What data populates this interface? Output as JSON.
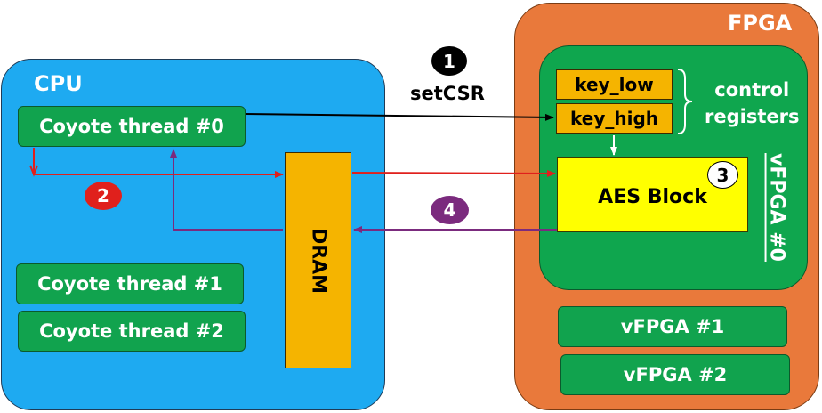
{
  "cpu": {
    "title": "CPU",
    "thread0": "Coyote thread #0",
    "thread1": "Coyote thread #1",
    "thread2": "Coyote thread #2",
    "dram": "DRAM"
  },
  "fpga": {
    "title": "FPGA",
    "vfpga0": "vFPGA #0",
    "vfpga1": "vFPGA #1",
    "vfpga2": "vFPGA #2",
    "key_low": "key_low",
    "key_high": "key_high",
    "control_registers_line1": "control",
    "control_registers_line2": "registers",
    "aes_block": "AES Block"
  },
  "steps": {
    "step1": "1",
    "step1_label": "setCSR",
    "step2": "2",
    "step3": "3",
    "step4": "4"
  },
  "colors": {
    "cpu_bg": "#1eaaf1",
    "fpga_bg": "#e9793b",
    "vfpga_green": "#0fa64e",
    "register_orange": "#f5b400",
    "aes_yellow": "#ffff00",
    "arrow_red": "#e0201c",
    "arrow_purple": "#7b2b7e",
    "arrow_black": "#000000"
  }
}
